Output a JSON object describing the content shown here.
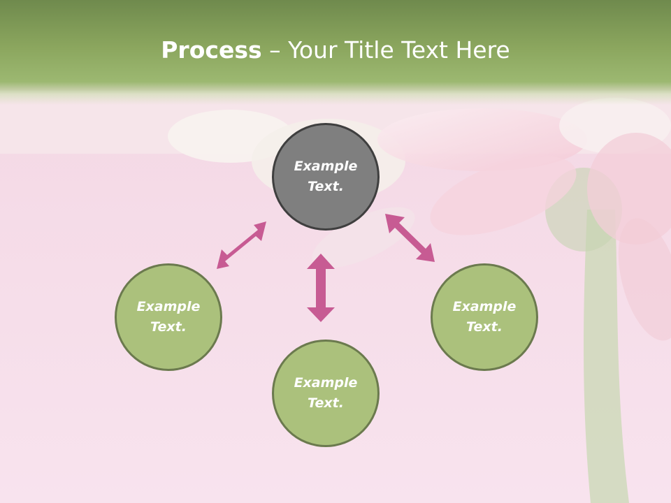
{
  "slide": {
    "title_bold": "Process",
    "title_separator": " – ",
    "title_rest": "Your Title Text Here"
  },
  "diagram": {
    "center": {
      "line1": "Example",
      "line2": "Text."
    },
    "left": {
      "line1": "Example",
      "line2": "Text."
    },
    "bottom": {
      "line1": "Example",
      "line2": "Text."
    },
    "right": {
      "line1": "Example",
      "line2": "Text."
    }
  },
  "colors": {
    "title_band": "#8ba65e",
    "background": "#f6dcea",
    "node_fill": "#abc17c",
    "node_border": "#6b7a4e",
    "center_fill": "#7f7f7f",
    "center_border": "#3f3f3f",
    "arrow": "#c75b93",
    "text": "#ffffff"
  }
}
